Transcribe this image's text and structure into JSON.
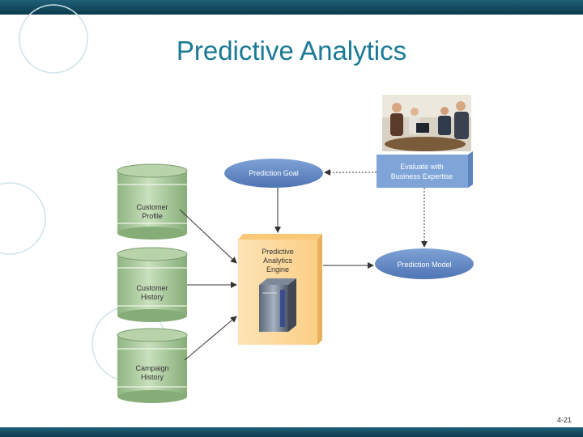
{
  "slide": {
    "title": "Predictive Analytics",
    "page_number": "4-21"
  },
  "diagram": {
    "databases": [
      {
        "line1": "Customer",
        "line2": "Profile"
      },
      {
        "line1": "Customer",
        "line2": "History"
      },
      {
        "line1": "Campaign",
        "line2": "History"
      }
    ],
    "engine": {
      "line1": "Predictive",
      "line2": "Analytics",
      "line3": "Engine"
    },
    "prediction_goal": "Prediction Goal",
    "prediction_model": "Prediction Model",
    "evaluate": {
      "line1": "Evaluate with",
      "line2": "Business Expertise"
    }
  },
  "colors": {
    "title": "#1a7a96",
    "bars": "#0d3a4d",
    "database": "#a9c79b",
    "engine": "#fdd9a0",
    "ellipse": "#5f86c3",
    "evaluate_box": "#7ea4d8"
  }
}
